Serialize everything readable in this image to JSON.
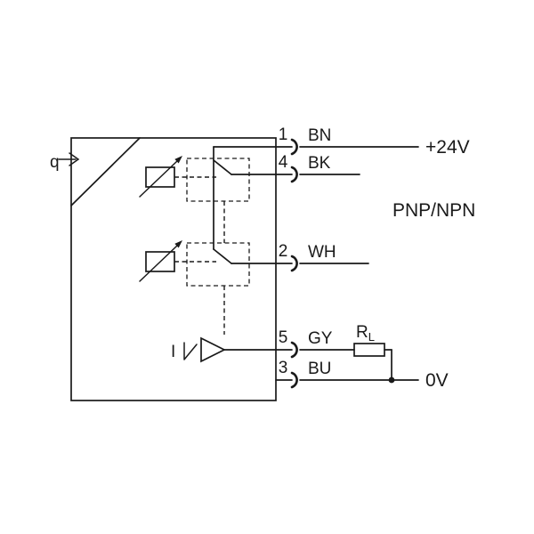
{
  "diagram": {
    "device": {
      "flow_label": "q"
    },
    "internal": {
      "analog_label": "I"
    },
    "pins": [
      {
        "number": "1",
        "wire_color": "BN"
      },
      {
        "number": "4",
        "wire_color": "BK"
      },
      {
        "number": "2",
        "wire_color": "WH"
      },
      {
        "number": "5",
        "wire_color": "GY"
      },
      {
        "number": "3",
        "wire_color": "BU"
      }
    ],
    "annotations": {
      "supply": "+24V",
      "output_type": "PNP/NPN",
      "ground": "0V",
      "load_resistor": "R",
      "load_resistor_sub": "L"
    },
    "colors": {
      "stroke": "#1a1a1a",
      "background": "#ffffff"
    }
  }
}
